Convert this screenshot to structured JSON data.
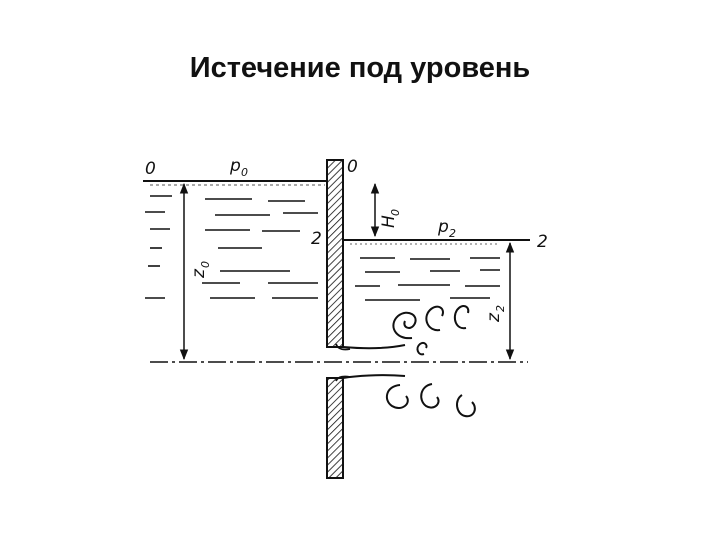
{
  "slide": {
    "title": "Истечение под уровень"
  },
  "diagram": {
    "labels": {
      "section0_left": "0",
      "section0_right": "0",
      "pressure_upstream_symbol": "p",
      "pressure_upstream_sub": "0",
      "head_symbol": "H",
      "head_sub": "0",
      "section2_left": "2",
      "section2_right": "2",
      "pressure_downstream_symbol": "p",
      "pressure_downstream_sub": "2",
      "z_upstream_symbol": "z",
      "z_upstream_sub": "0",
      "z_downstream_symbol": "z",
      "z_downstream_sub": "2"
    }
  }
}
